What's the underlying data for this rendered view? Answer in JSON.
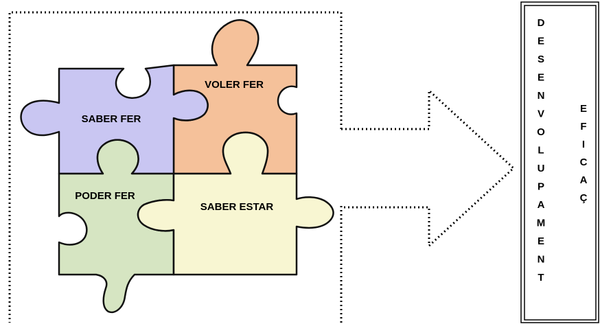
{
  "puzzle": {
    "pieces": [
      {
        "id": "saber_fer",
        "label": "SABER FER",
        "color": "#c9c6f2"
      },
      {
        "id": "voler_fer",
        "label": "VOLER FER",
        "color": "#f5c19a"
      },
      {
        "id": "poder_fer",
        "label": "PODER FER",
        "color": "#d6e5c2"
      },
      {
        "id": "saber_estar",
        "label": "SABER ESTAR",
        "color": "#f8f6d2"
      }
    ]
  },
  "result_box": {
    "desenvolupament": [
      "D",
      "E",
      "S",
      "E",
      "N",
      "V",
      "O",
      "L",
      "U",
      "P",
      "A",
      "M",
      "E",
      "N",
      "T"
    ],
    "eficacia": [
      "E",
      "F",
      "I",
      "C",
      "A",
      "Ç"
    ]
  }
}
